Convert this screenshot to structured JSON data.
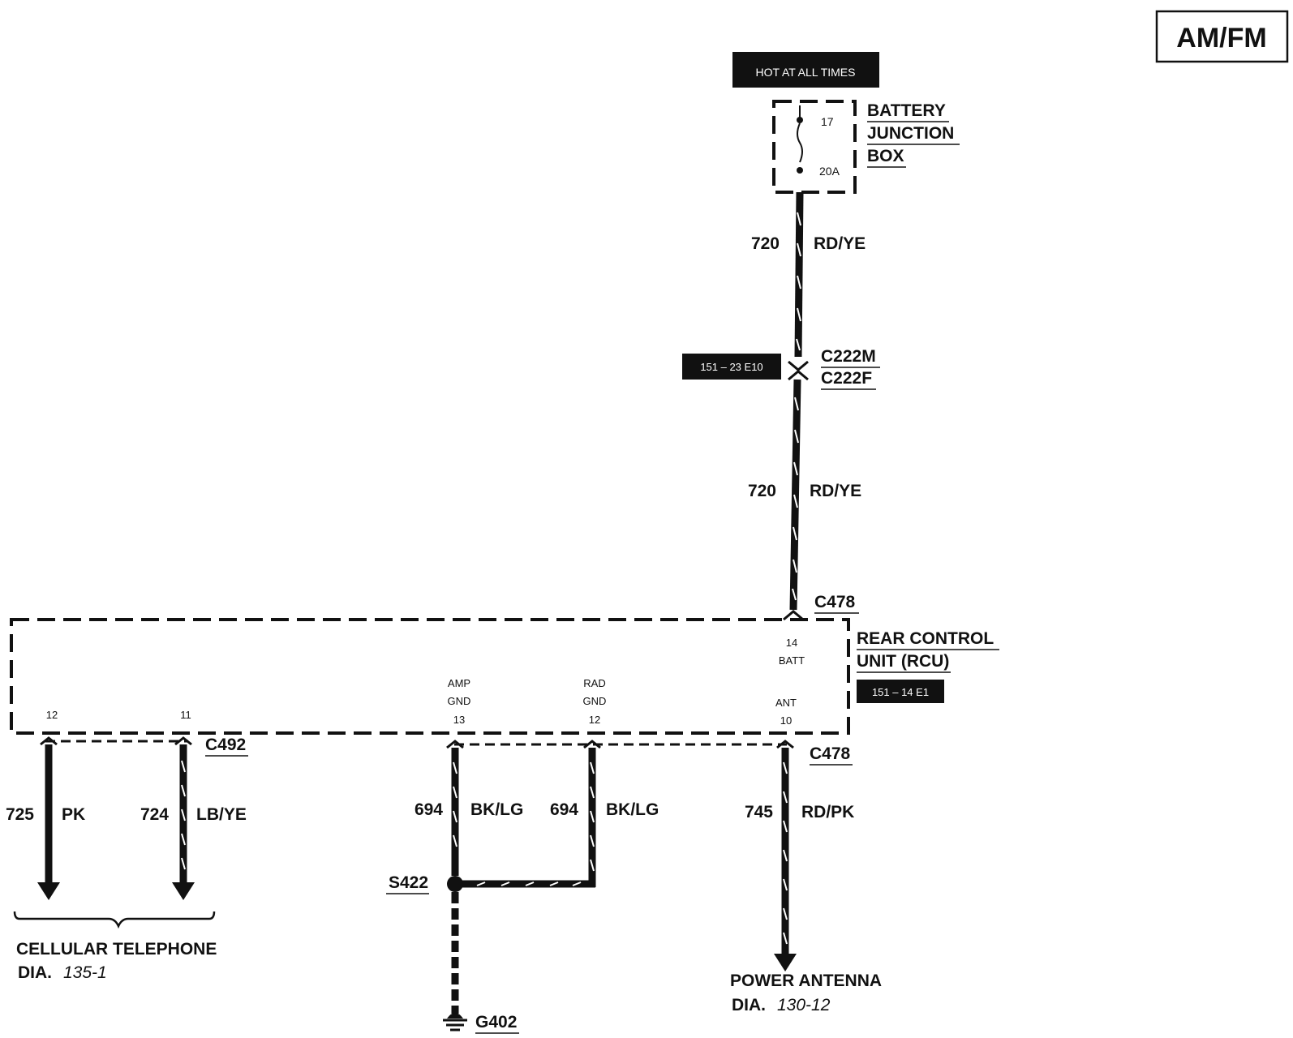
{
  "title": "AM/FM",
  "power_label": "HOT AT ALL TIMES",
  "junction_box": {
    "name_lines": [
      "BATTERY",
      "JUNCTION",
      "BOX"
    ],
    "fuse_number": "17",
    "fuse_rating": "20A"
  },
  "wires": {
    "upper": {
      "circuit": "720",
      "color": "RD/YE"
    },
    "middle": {
      "circuit": "720",
      "color": "RD/YE"
    },
    "pin12": {
      "circuit": "725",
      "color": "PK"
    },
    "pin11": {
      "circuit": "724",
      "color": "LB/YE"
    },
    "pin13": {
      "circuit": "694",
      "color": "BK/LG"
    },
    "pin12b": {
      "circuit": "694",
      "color": "BK/LG"
    },
    "pin10": {
      "circuit": "745",
      "color": "RD/PK"
    }
  },
  "connectors": {
    "c222": {
      "male": "C222M",
      "female": "C222F",
      "ref": "151 – 23 E10"
    },
    "c478_top": "C478",
    "c478_bottom": "C478",
    "c492": "C492"
  },
  "rcu": {
    "name_lines": [
      "REAR CONTROL",
      "UNIT (RCU)"
    ],
    "ref": "151 – 14 E1",
    "batt_pin": {
      "number": "14",
      "label": "BATT"
    },
    "pins": [
      {
        "number": "12",
        "label_lines": []
      },
      {
        "number": "11",
        "label_lines": []
      },
      {
        "number": "13",
        "label_lines": [
          "AMP",
          "GND"
        ]
      },
      {
        "number": "12",
        "label_lines": [
          "RAD",
          "GND"
        ]
      },
      {
        "number": "10",
        "label_lines": [
          "ANT"
        ]
      }
    ]
  },
  "splice": "S422",
  "ground": "G402",
  "destinations": {
    "cellular": {
      "name": "CELLULAR TELEPHONE",
      "dia_prefix": "DIA.",
      "dia_number": "135-1"
    },
    "antenna": {
      "name": "POWER ANTENNA",
      "dia_prefix": "DIA.",
      "dia_number": "130-12"
    }
  }
}
